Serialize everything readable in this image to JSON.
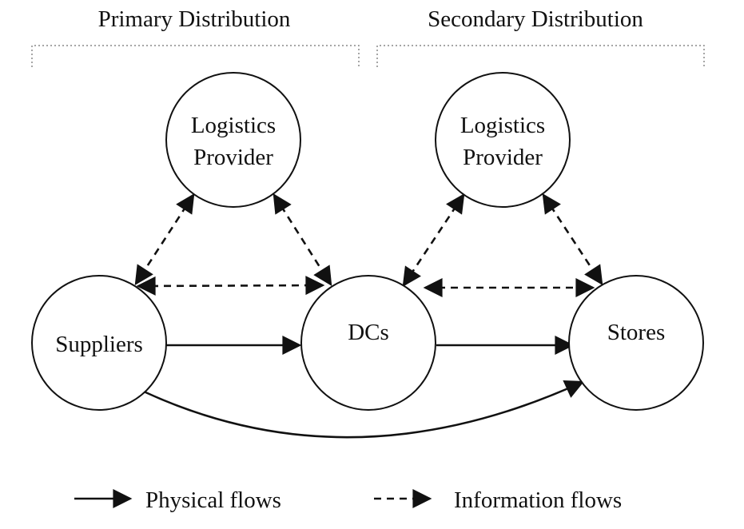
{
  "sections": {
    "primary": "Primary Distribution",
    "secondary": "Secondary Distribution"
  },
  "nodes": {
    "logistics_primary": [
      "Logistics",
      "Provider"
    ],
    "logistics_secondary": [
      "Logistics",
      "Provider"
    ],
    "suppliers": "Suppliers",
    "dcs": "DCs",
    "stores": "Stores"
  },
  "legend": {
    "physical": "Physical flows",
    "information": "Information flows"
  },
  "colors": {
    "line": "#111111",
    "bracket": "#888888",
    "background": "#ffffff"
  }
}
